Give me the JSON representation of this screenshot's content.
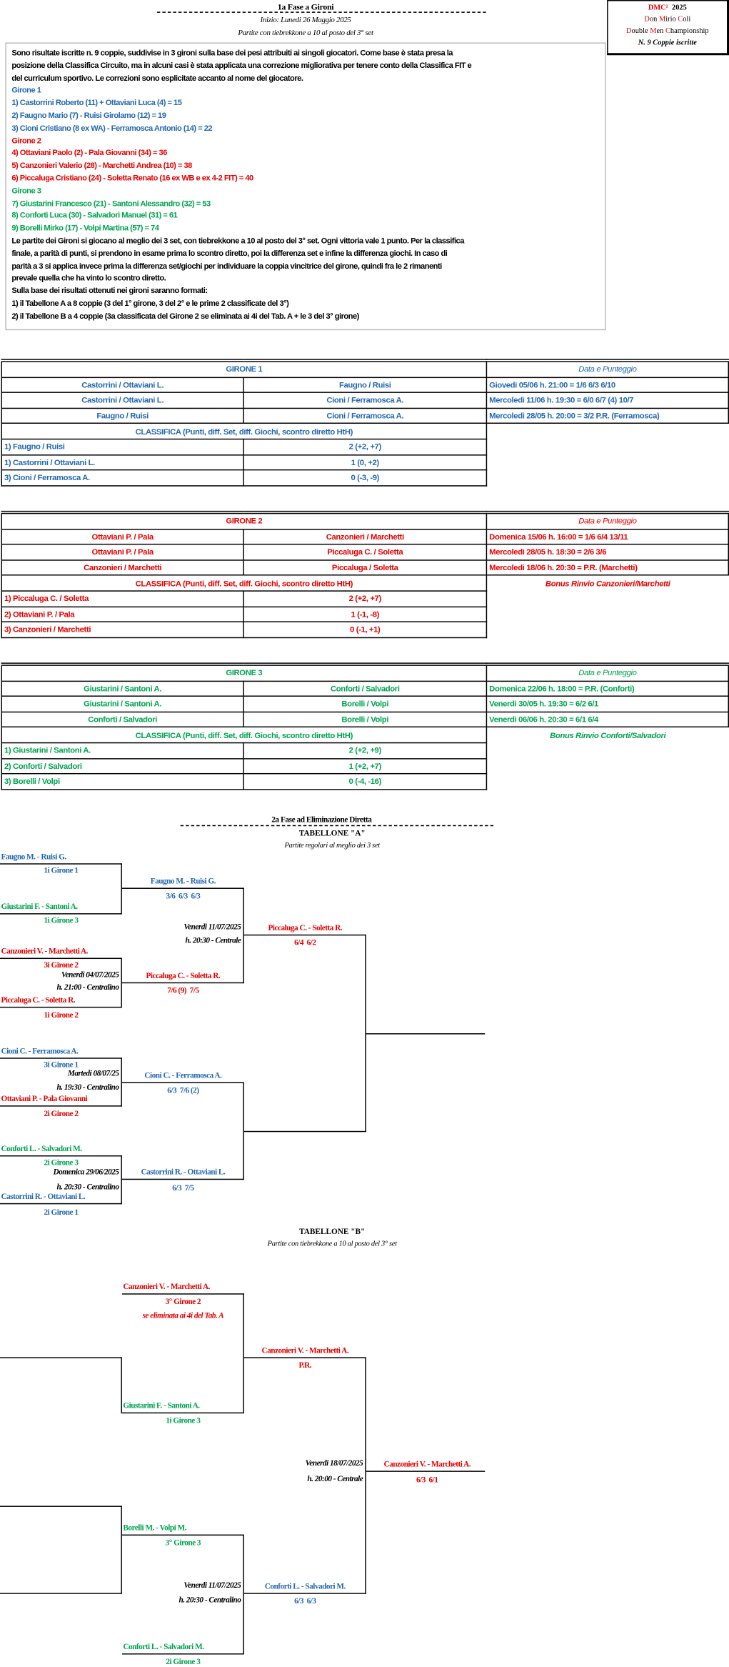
{
  "header": {
    "title": "1a Fase a Gironi",
    "start": "Inizio: Lunedi 26 Maggio 2025",
    "rule": "Partite con tiebrekkone a 10 al posto del 3° set"
  },
  "badge": {
    "code": "DMC²",
    "year": "2025",
    "name_words": [
      "Don",
      "Mirio",
      "Coli"
    ],
    "champ_words": [
      "Double",
      "Men",
      "Championship"
    ],
    "count": "N. 9 Coppie iscritte"
  },
  "colors": {
    "girone1": "#2468b0",
    "girone2": "#e60000",
    "girone3": "#00a44f"
  },
  "intro": [
    "Sono risultate iscritte n. 9 coppie, suddivise in 3 gironi sulla base dei pesi attribuiti ai singoli giocatori. Come base è stata presa la",
    "posizione della Classifica Circuito, ma in alcuni casi è stata applicata una correzione migliorativa per tenere conto della Classifica FIT e",
    "del curriculum sportivo. Le correzioni sono esplicitate accanto al nome del giocatore.",
    "Girone 1",
    "1) Castorrini Roberto (11) + Ottaviani Luca (4) = 15",
    "2) Faugno Mario (7) - Ruisi Girolamo (12) = 19",
    "3) Cioni Cristiano (8 ex WA) - Ferramosca  Antonio (14) = 22",
    "Girone 2",
    "4) Ottaviani Paolo (2) - Pala Giovanni (34) = 36",
    "5) Canzonieri Valerio (28) - Marchetti Andrea (10) = 38",
    "6) Piccaluga Cristiano (24) - Soletta Renato (16 ex WB e ex 4-2 FIT) = 40",
    "Girone 3",
    "7) Giustarini Francesco (21) - Santoni Alessandro (32) = 53",
    "8) Conforti Luca (30) - Salvadori Manuel (31) = 61",
    "9) Borelli Mirko (17) - Volpi Martina (57) = 74",
    "Le partite dei Gironi si giocano al meglio dei 3 set, con tiebrekkone a 10  al posto del 3° set. Ogni vittoria vale 1 punto. Per la classifica",
    "finale, a parità di punti, si prendono in esame prima lo scontro diretto, poi la differenza set e infine la differenza giochi. In caso di",
    "parità a 3 si applica invece prima la differenza set/giochi per individuare la coppia vincitrice del girone, quindi fra le 2 rimanenti",
    "prevale quella che ha vinto lo scontro diretto.",
    "Sulla base dei risultati ottenuti nei gironi saranno formati:",
    "1) il Tabellone A a 8 coppie (3 del 1° girone, 3 del 2°  e le prime 2 classificate del 3°)",
    "2) il Tabellone B a 4 coppie (3a classificata del Girone 2 se eliminata ai 4i del Tab. A + le 3 del 3° girone)"
  ],
  "gironi": [
    {
      "title": "GIRONE 1",
      "date_header": "Data e Punteggio",
      "matches": [
        {
          "a": "Castorrini / Ottaviani L.",
          "b": "Faugno / Ruisi",
          "result": "Giovedi 05/06 h. 21:00 = 1/6  6/3  6/10"
        },
        {
          "a": "Castorrini / Ottaviani L.",
          "b": "Cioni / Ferramosca A.",
          "result": "Mercoledi 11/06 h. 19:30 = 6/0  6/7 (4)  10/7"
        },
        {
          "a": "Faugno / Ruisi",
          "b": "Cioni / Ferramosca A.",
          "result": "Mercoledi 28/05 h. 20:00 = 3/2  P.R. (Ferramosca)"
        }
      ],
      "standings_header": "CLASSIFICA (Punti, diff. Set, diff. Giochi, scontro diretto HtH)",
      "standings": [
        {
          "team": "1) Faugno / Ruisi",
          "score": "2 (+2, +7)"
        },
        {
          "team": "1) Castorrini / Ottaviani L.",
          "score": "1 (0, +2)"
        },
        {
          "team": "3) Cioni / Ferramosca A.",
          "score": "0 (-3, -9)"
        }
      ]
    },
    {
      "title": "GIRONE 2",
      "date_header": "Data e Punteggio",
      "matches": [
        {
          "a": "Ottaviani P. / Pala",
          "b": "Canzonieri / Marchetti",
          "result": "Domenica 15/06 h. 16:00 = 1/6  6/4  13/11"
        },
        {
          "a": "Ottaviani P. / Pala",
          "b": "Piccaluga C. / Soletta",
          "result": "Mercoledi 28/05 h. 18:30 = 2/6  3/6"
        },
        {
          "a": "Canzonieri / Marchetti",
          "b": "Piccaluga / Soletta",
          "result": "Mercoledi 18/06 h. 20:30 = P.R. (Marchetti)"
        }
      ],
      "standings_header": "CLASSIFICA (Punti, diff. Set, diff. Giochi, scontro diretto HtH)",
      "note": "Bonus Rinvio Canzonieri/Marchetti",
      "standings": [
        {
          "team": "1) Piccaluga C. / Soletta",
          "score": "2 (+2, +7)"
        },
        {
          "team": "2) Ottaviani P. / Pala",
          "score": "1 (-1, -8)"
        },
        {
          "team": "3) Canzonieri / Marchetti",
          "score": "0 (-1, +1)"
        }
      ]
    },
    {
      "title": "GIRONE 3",
      "date_header": "Data e Punteggio",
      "matches": [
        {
          "a": "Giustarini / Santoni A.",
          "b": "Conforti / Salvadori",
          "result": "Domenica 22/06 h. 18:00 = P.R. (Conforti)"
        },
        {
          "a": "Giustarini / Santoni A.",
          "b": "Borelli / Volpi",
          "result": "Venerdi 30/05 h. 19:30 = 6/2  6/1"
        },
        {
          "a": "Conforti / Salvadori",
          "b": "Borelli / Volpi",
          "result": "Venerdi 06/06 h. 20:30 = 6/1  6/4"
        }
      ],
      "standings_header": "CLASSIFICA (Punti, diff. Set, diff. Giochi, scontro diretto HtH)",
      "note": "Bonus Rinvio Conforti/Salvadori",
      "standings": [
        {
          "team": "1) Giustarini / Santoni A.",
          "score": "2 (+2, +9)"
        },
        {
          "team": "2) Conforti / Salvadori",
          "score": "1 (+2, +7)"
        },
        {
          "team": "3) Borelli / Volpi",
          "score": "0 (-4, -16)"
        }
      ]
    }
  ],
  "tabellone_a": {
    "section_title": "2a Fase ad Eliminazione Diretta",
    "title": "TABELLONE \"A\"",
    "subtitle": "Partite regolari al meglio dei 3 set",
    "r1": [
      {
        "top": {
          "name": "Faugno M. - Ruisi G.",
          "seed": "1i Girone 1"
        },
        "bottom": {
          "name": "Giustarini F. - Santoni A.",
          "seed": "1i Girone 3"
        }
      },
      {
        "top": {
          "name": "Canzonieri V. - Marchetti A.",
          "seed": "3i Girone 2"
        },
        "date": "Venerdi 04/07/2025",
        "time": "h. 21:00 - Centralino",
        "bottom": {
          "name": "Piccaluga C. - Soletta R.",
          "seed": "1i Girone 2"
        }
      },
      {
        "top": {
          "name": "Cioni C. - Ferramosca A.",
          "seed": "3i Girone 1"
        },
        "date": "Martedi 08/07/25",
        "time": "h. 19:30 - Centralino",
        "bottom": {
          "name": "Ottaviani P. - Pala Giovanni",
          "seed": "2i Girone 2"
        }
      },
      {
        "top": {
          "name": "Conforti L. - Salvadori M.",
          "seed": "2i Girone 3"
        },
        "date": "Domenica 29/06/2025",
        "time": "h. 20:30 - Centralino",
        "bottom": {
          "name": "Castorrini R. - Ottaviani L.",
          "seed": "2i Girone 1"
        }
      }
    ],
    "r2": [
      {
        "winner": "Faugno M. - Ruisi G.",
        "score": "3/6  6/3  6/3"
      },
      {
        "winner": "Piccaluga C. - Soletta R.",
        "score": "7/6 (9)  7/5"
      },
      {
        "winner": "Cioni C. - Ferramosca A.",
        "score": "6/3  7/6 (2)"
      },
      {
        "winner": "Castorrini R. - Ottaviani L.",
        "score": "6/3  7/5"
      }
    ],
    "sf": [
      {
        "winner": "Piccaluga C. - Soletta R.",
        "score": "6/4  6/2",
        "date": "Venerdi 11/07/2025",
        "time": "h. 20:30 - Centrale"
      }
    ]
  },
  "tabellone_b": {
    "title": "TABELLONE \"B\"",
    "subtitle": "Partite con tiebrekkone a 10 al posto del 3° set",
    "r1": [
      {
        "name": "Canzonieri V. - Marchetti A.",
        "seed": "3° Girone 2",
        "note": "se eliminata ai 4i del Tab. A"
      },
      {
        "name": "Giustarini F. - Santoni A.",
        "seed": "1i Girone 3"
      },
      {
        "name": "Borelli M. - Volpi M.",
        "seed": "3° Girone 3"
      },
      {
        "name": "Conforti L. - Salvadori M.",
        "seed": "2i Girone 3"
      }
    ],
    "sf": [
      {
        "winner": "Canzonieri V. - Marchetti A.",
        "score": "P.R."
      },
      {
        "winner": "Conforti L. - Salvadori M.",
        "score": "6/3  6/3",
        "date": "Venerdi 11/07/2025",
        "time": "h. 20:30 - Centralino"
      }
    ],
    "final": {
      "winner": "Canzonieri V. - Marchetti A.",
      "score": "6/3  6/1",
      "date": "Venerdi 18/07/2025",
      "time": "h. 20:00 - Centrale"
    }
  }
}
